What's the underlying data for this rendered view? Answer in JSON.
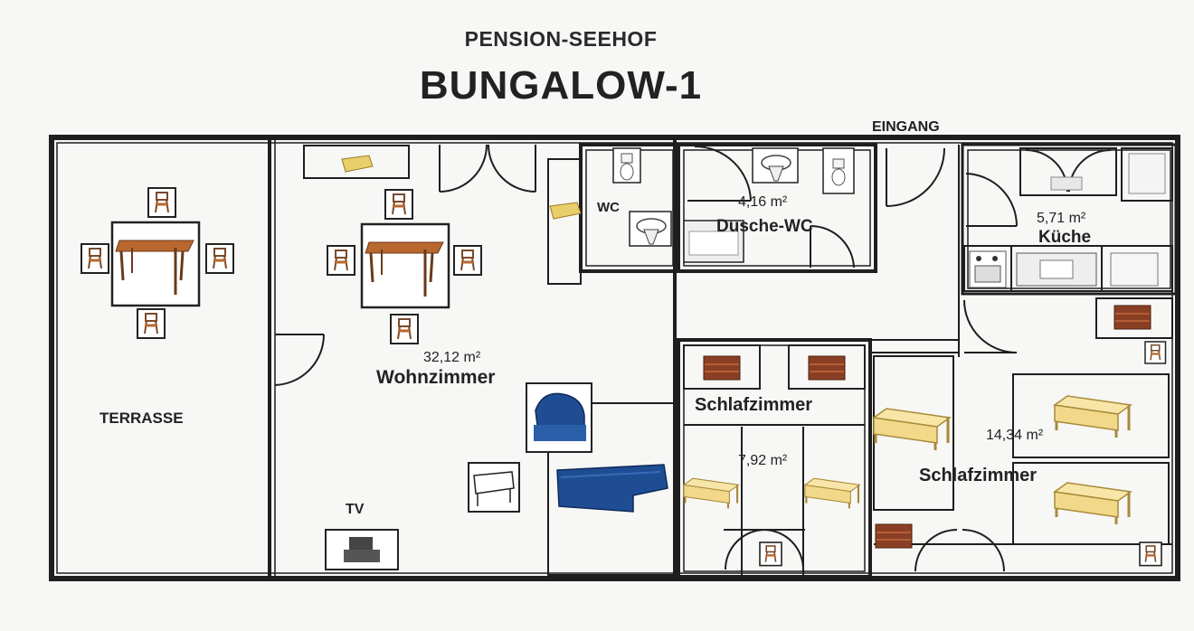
{
  "header": {
    "pension": "PENSION-SEEHOF",
    "bungalow": "BUNGALOW-1"
  },
  "labels": {
    "eingang": "EINGANG",
    "terrasse": "TERRASSE",
    "tv": "TV",
    "wc": "WC"
  },
  "rooms": {
    "wohnzimmer": {
      "name": "Wohnzimmer",
      "area": "32,12 m²"
    },
    "dusche_wc": {
      "name": "Dusche-WC",
      "area": "4,16 m²"
    },
    "kueche": {
      "name": "Küche",
      "area": "5,71 m²"
    },
    "schlafzimmer_1": {
      "name": "Schlafzimmer",
      "area": "7,92 m²"
    },
    "schlafzimmer_2": {
      "name": "Schlafzimmer",
      "area": "14,34 m²"
    }
  },
  "colors": {
    "wall": "#1e1e1e",
    "wood_table": "#b8672e",
    "dresser": "#8a3f24",
    "bed": "#f2d98a",
    "sofa": "#1f4d94",
    "cushion": "#e8cf6a"
  }
}
